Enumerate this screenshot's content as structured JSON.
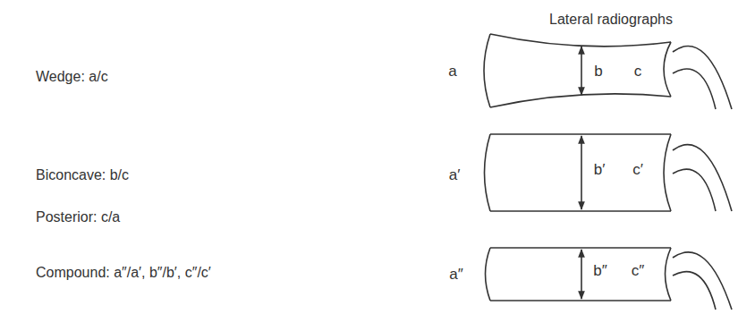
{
  "diagram": {
    "labels": [
      "Lateral radiographs",
      "Wedge: a/c",
      "Biconcave: b/c",
      "Posterior: c/a",
      "Compound: a″/a′, b″/b′, c″/c′",
      "a",
      "b",
      "c",
      "a′",
      "b′",
      "c′",
      "a″",
      "b″",
      "c″"
    ]
  }
}
